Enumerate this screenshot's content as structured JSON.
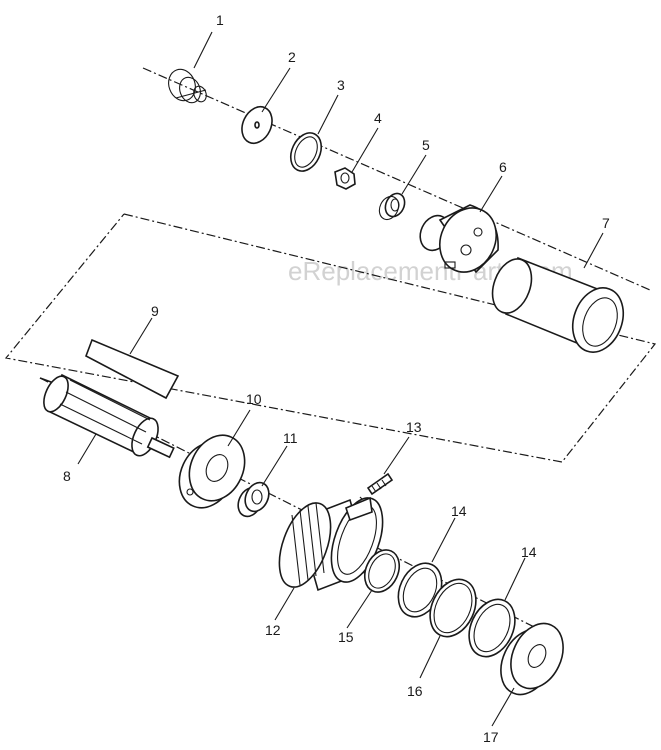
{
  "watermark": "eReplacementParts.com",
  "callouts": [
    "1",
    "2",
    "3",
    "4",
    "5",
    "6",
    "7",
    "8",
    "9",
    "10",
    "11",
    "12",
    "13",
    "14",
    "15",
    "16",
    "14",
    "17"
  ]
}
